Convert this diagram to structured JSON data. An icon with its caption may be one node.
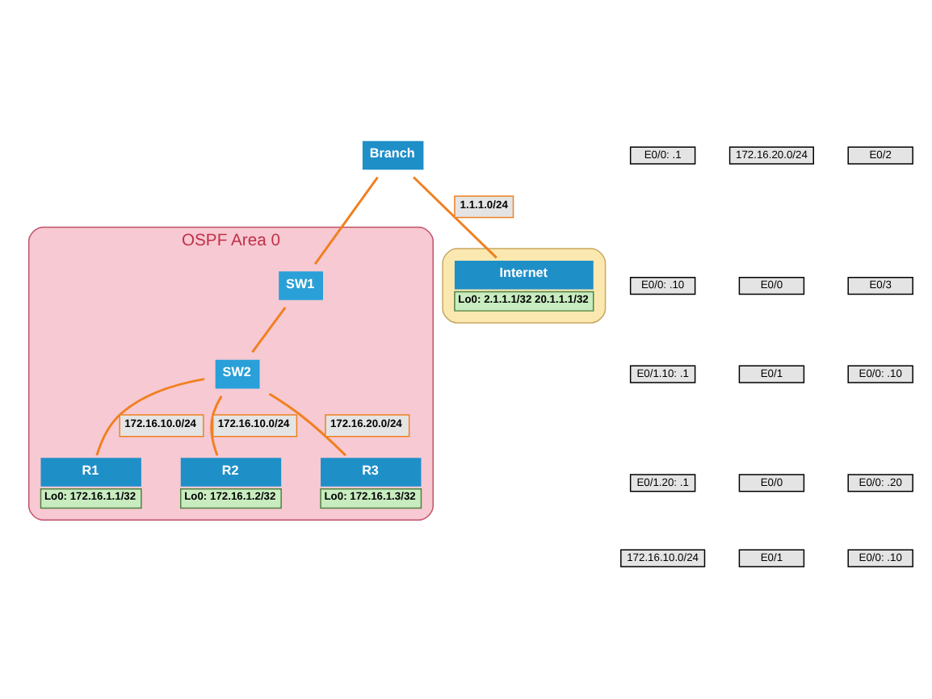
{
  "diagram": {
    "nodes": [
      {
        "text": [
          "OSPF Area 0"
        ]
      },
      {
        "text": [
          "Branch"
        ]
      },
      {
        "text": [
          "SW1"
        ],
        "in": 0
      },
      {
        "text": [
          "SW2"
        ],
        "in": 0
      },
      {
        "text": [
          "R1"
        ],
        "in": 0,
        "beside": [
          "Lo0: 172.16.1.1/32"
        ]
      },
      {
        "text": [
          "R2"
        ],
        "in": 0,
        "beside": [
          "Lo0: 172.16.1.2/32"
        ]
      },
      {
        "text": [
          "R3"
        ],
        "in": 0,
        "beside": [
          "Lo0: 172.16.1.3/32"
        ]
      },
      {
        "text": [],
        "shape": "cloud"
      },
      {
        "text": [
          "Internet"
        ],
        "in": 7,
        "beside": [
          "Lo0: 2.1.1.1/32 20.1.1.1/32"
        ]
      }
    ],
    "edges": [
      {
        "from": 1,
        "to": 8,
        "arrow": "none",
        "label": "1.1.1.0/24"
      },
      {
        "from": 1,
        "to": 2,
        "arrow": "none"
      },
      {
        "from": 2,
        "to": 3,
        "arrow": "none"
      },
      {
        "from": 3,
        "to": 4,
        "arrow": "none",
        "label": "172.16.10.0/24"
      },
      {
        "from": 3,
        "to": 5,
        "arrow": "none",
        "label": "172.16.10.0/24"
      },
      {
        "from": 3,
        "to": 6,
        "arrow": "none",
        "label": "172.16.20.0/24"
      }
    ],
    "labels": [
      "E0/0: .1",
      "E0/0: .10",
      "E0/1.10: .1",
      "E0/1.20: .1",
      "172.16.10.0/24",
      "172.16.20.0/24",
      "E0/0",
      "E0/1",
      "E0/0",
      "E0/1",
      "E0/2",
      "E0/3",
      "E0/0: .10",
      "E0/0: .20",
      "E0/0: .10"
    ]
  }
}
